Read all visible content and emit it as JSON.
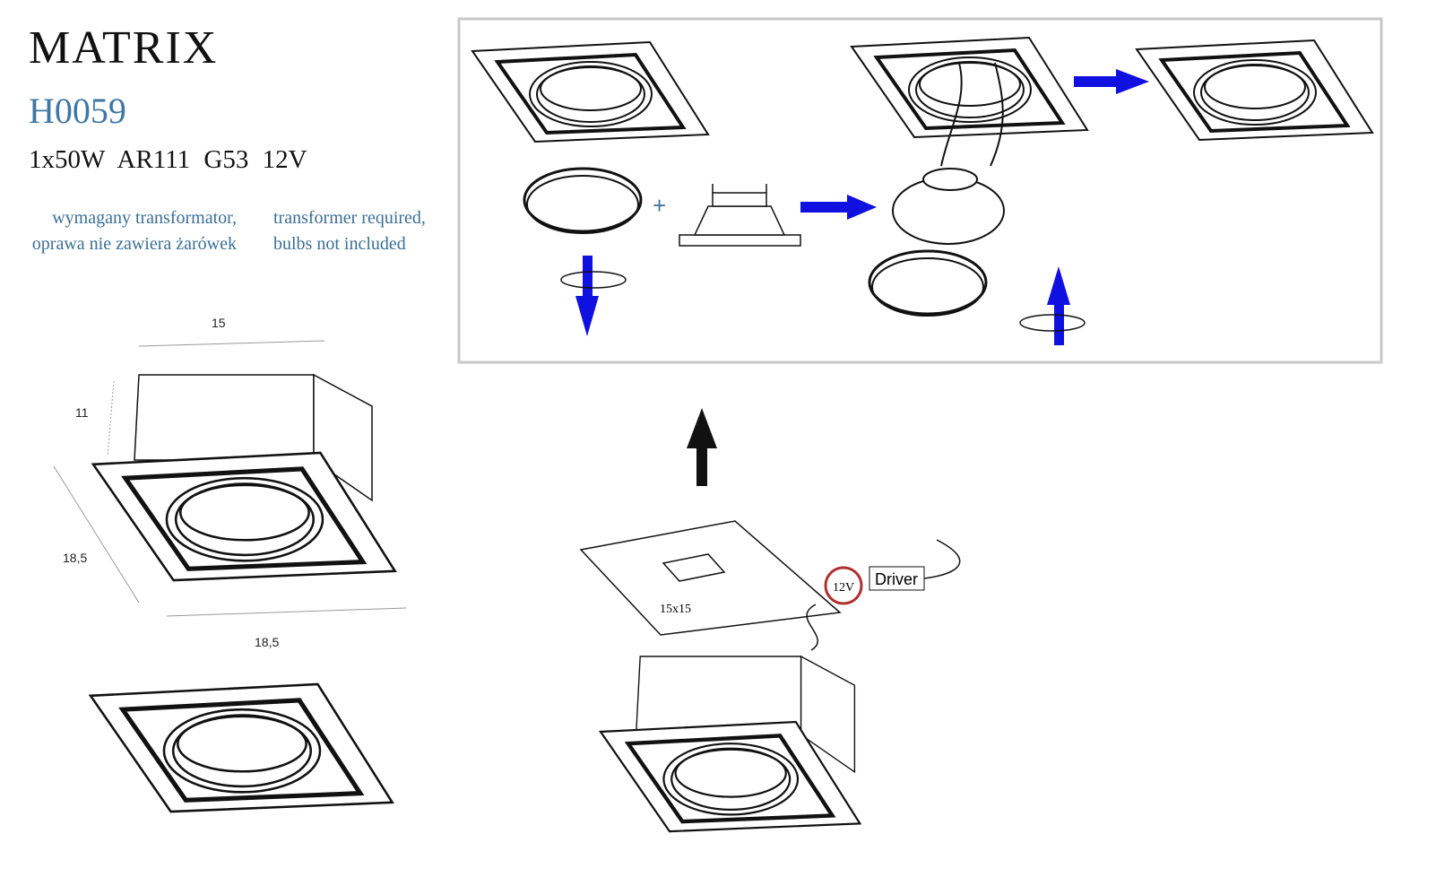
{
  "product": {
    "name": "MATRIX",
    "code": "H0059",
    "specs": "1x50W  AR111  G53  12V",
    "note_pl": [
      "wymagany transformator,",
      "oprawa nie zawiera żarówek"
    ],
    "note_en": [
      "transformer required,",
      "bulbs not included"
    ]
  },
  "dimensions": {
    "width_top": "15",
    "height": "11",
    "depth": "18,5",
    "width_bottom": "18,5"
  },
  "installation": {
    "cutout": "15x15",
    "voltage": "12V",
    "driver": "Driver"
  },
  "colors": {
    "accent_blue": "#3f77a4",
    "arrow_blue": "#1010e0",
    "voltage_circle": "#b03030"
  }
}
